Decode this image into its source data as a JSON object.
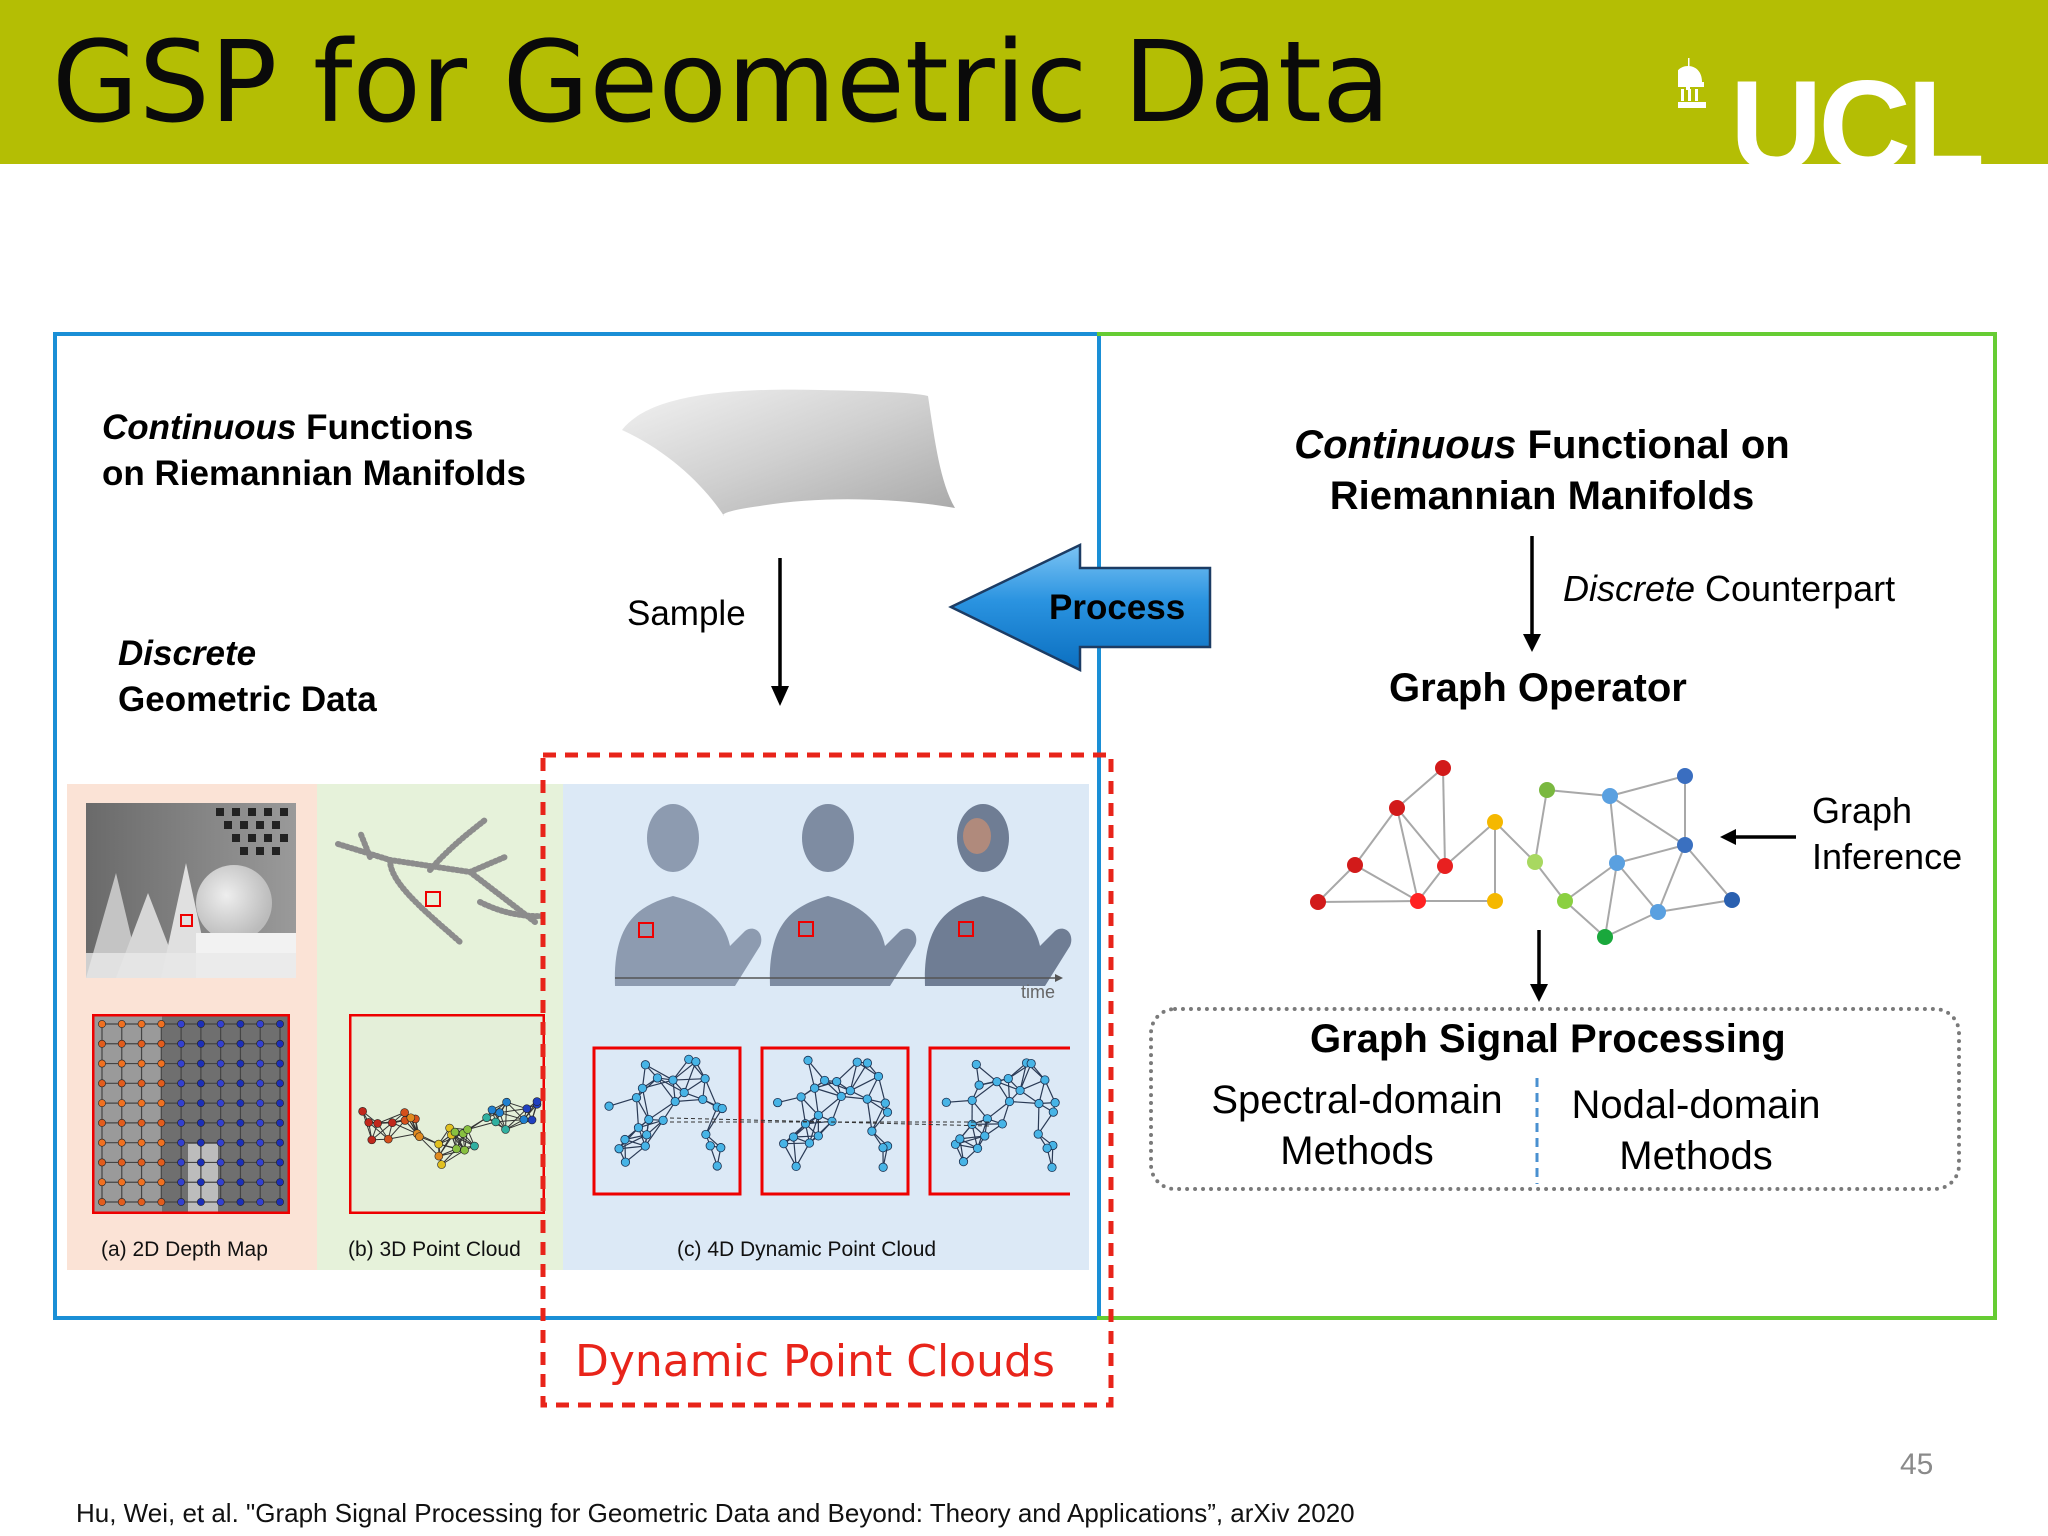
{
  "slide": {
    "title": "GSP for Geometric Data",
    "page_number": "45",
    "citation": "Hu, Wei, et al. \"Graph Signal Processing for Geometric Data and Beyond: Theory and Applications”, arXiv 2020",
    "logo_text": "UCL"
  },
  "left": {
    "continuous_italic": "Continuous",
    "continuous_rest": " Functions",
    "continuous_line2": "on Riemannian Manifolds",
    "discrete_italic": "Discrete",
    "discrete_line2": "Geometric Data",
    "sample_label": "Sample",
    "captions": {
      "a": "(a) 2D Depth Map",
      "b": "(b) 3D Point Cloud",
      "c": "(c) 4D Dynamic Point Cloud",
      "time": "time"
    }
  },
  "process_label": "Process",
  "dynamic_label": "Dynamic Point Clouds",
  "right": {
    "functional_italic": "Continuous",
    "functional_rest": " Functional on",
    "functional_line2": "Riemannian Manifolds",
    "counterpart_italic": "Discrete",
    "counterpart_rest": " Counterpart",
    "graph_operator": "Graph Operator",
    "graph_inference_line1": "Graph",
    "graph_inference_line2": "Inference",
    "gsp_title": "Graph Signal Processing",
    "spectral_line1": "Spectral-domain",
    "spectral_line2": "Methods",
    "nodal_line1": "Nodal-domain",
    "nodal_line2": "Methods"
  },
  "colors": {
    "header_bg": "#b4be04",
    "blue_frame": "#1a8fd6",
    "green_frame": "#66cc33",
    "red_dashed": "#e8241a",
    "process_arrow": "#1c8ede",
    "panel_a_bg": "#fbe3d6",
    "panel_b_bg": "#e6f2da",
    "panel_c_bg": "#dce9f6"
  }
}
